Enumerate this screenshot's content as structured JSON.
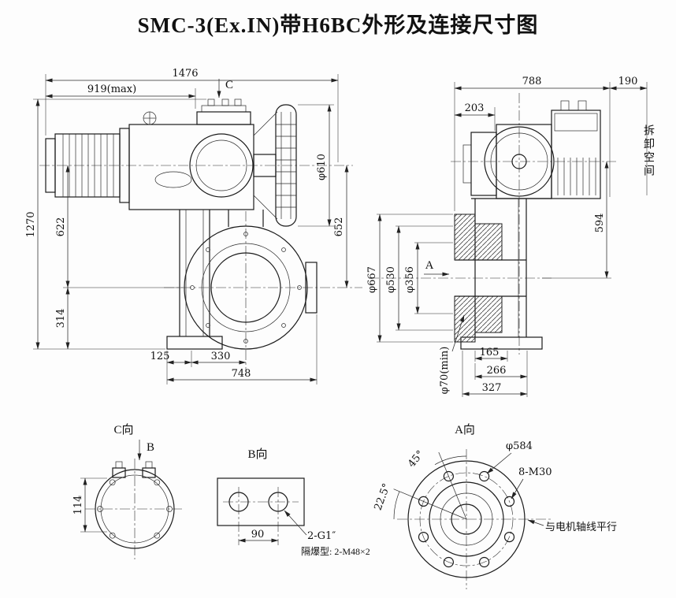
{
  "title": "SMC-3(Ex.IN)带H6BC外形及连接尺寸图",
  "front": {
    "d1476": "1476",
    "d919": "919(max)",
    "sec_c": "C",
    "d610": "φ610",
    "d652": "652",
    "d622": "622",
    "d1270": "1270",
    "d314": "314",
    "d125": "125",
    "d330": "330",
    "d748": "748"
  },
  "side": {
    "d788": "788",
    "d190": "190",
    "d203": "203",
    "removal_space": "拆卸空间",
    "d594": "594",
    "d667": "φ667",
    "d530": "φ530",
    "d356": "φ356",
    "sec_a": "A",
    "d165": "165",
    "d70": "φ70(min)",
    "d266": "266",
    "d327": "327"
  },
  "view_c": {
    "label": "C向",
    "sec_b": "B",
    "d114": "114"
  },
  "view_b": {
    "label": "B向",
    "d90": "90",
    "thread": "2-G1″",
    "note": "隔爆型: 2-M48×2"
  },
  "view_a": {
    "label": "A向",
    "a45": "45°",
    "a225": "22.5°",
    "d584": "φ584",
    "bolts": "8-M30",
    "note": "与电机轴线平行"
  }
}
